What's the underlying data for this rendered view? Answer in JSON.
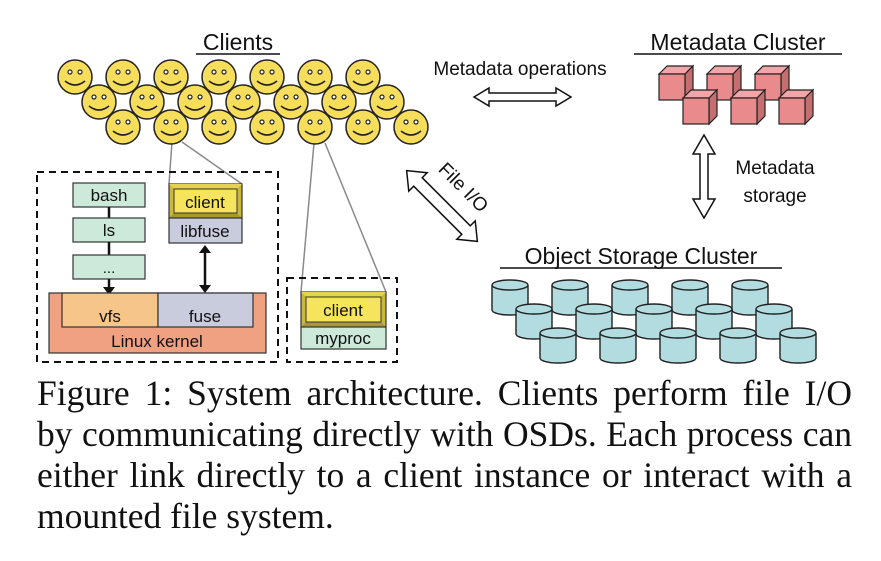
{
  "clients": {
    "title": "Clients",
    "rows": [
      7,
      7,
      7
    ]
  },
  "metadata_cluster": {
    "title": "Metadata Cluster",
    "cube_rows": [
      3,
      3
    ]
  },
  "object_storage_cluster": {
    "title": "Object Storage Cluster",
    "cylinder_rows": [
      5,
      5,
      5
    ]
  },
  "arrows": {
    "metadata_operations": "Metadata operations",
    "file_io": "File I/O",
    "metadata_storage_line1": "Metadata",
    "metadata_storage_line2": "storage"
  },
  "left_stack": {
    "bash": "bash",
    "ls": "ls",
    "ellipsis": "...",
    "client": "client",
    "libfuse": "libfuse",
    "vfs": "vfs",
    "fuse": "fuse",
    "kernel": "Linux kernel"
  },
  "right_stack": {
    "client": "client",
    "myproc": "myproc"
  },
  "caption": {
    "lines": [
      "Figure 1: System architecture. Clients perform file I/O",
      "by communicating directly with OSDs. Each process can",
      "either link directly to a client instance or interact with a",
      "mounted file system."
    ]
  },
  "colors": {
    "smiley": "#F6DE5C",
    "cube_front": "#E98B8D",
    "cube_top": "#F2A5A6",
    "cube_side": "#C46E70",
    "cylinder": "#B3DCE0",
    "process_green": "#CDE9DA",
    "client_yellow": "#F6E45C",
    "libfuse_lavender": "#C9CCDD",
    "vfs_orange": "#F5C58A",
    "kernel_salmon": "#EFA182"
  }
}
